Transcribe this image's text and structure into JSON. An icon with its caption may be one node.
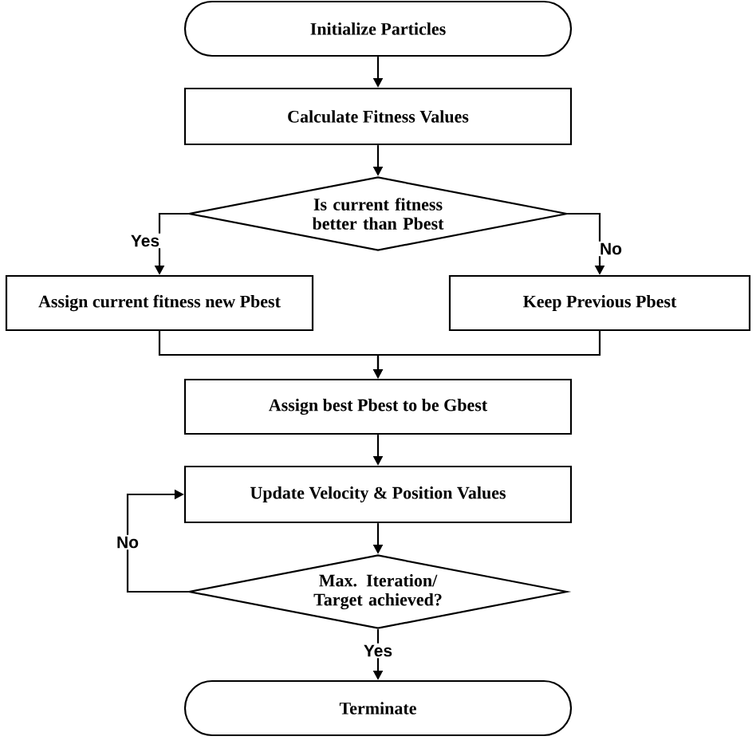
{
  "diagram": {
    "nodes": [
      {
        "text": [
          "Initialize Particles"
        ]
      },
      {
        "text": [
          "Calculate Fitness Values"
        ]
      },
      {
        "text": [
          "Is current fitness better than Pbest"
        ]
      },
      {
        "text": [
          "Assign current fitness new Pbest"
        ]
      },
      {
        "text": [
          "Keep Previous Pbest"
        ]
      },
      {
        "text": [
          "Assign best Pbest to be Gbest"
        ]
      },
      {
        "text": [
          "Update Velocity & Position Values"
        ]
      },
      {
        "text": [
          "Max. Iteration/ Target achieved?"
        ]
      },
      {
        "text": [
          "Terminate"
        ]
      }
    ],
    "edges": [
      {
        "from": 0,
        "to": 1,
        "arrow": "to"
      },
      {
        "from": 1,
        "to": 2,
        "arrow": "to"
      },
      {
        "from": 2,
        "to": 3,
        "arrow": "to",
        "label": "Yes"
      },
      {
        "from": 2,
        "to": 4,
        "arrow": "to",
        "label": "No"
      },
      {
        "from": 3,
        "to": 5,
        "arrow": "to"
      },
      {
        "from": 4,
        "to": 5,
        "arrow": "to"
      },
      {
        "from": 5,
        "to": 6,
        "arrow": "to"
      },
      {
        "from": 6,
        "to": 7,
        "arrow": "to"
      },
      {
        "from": 7,
        "to": 6,
        "arrow": "to",
        "label": "No"
      },
      {
        "from": 7,
        "to": 8,
        "arrow": "to",
        "label": "Yes"
      }
    ]
  }
}
